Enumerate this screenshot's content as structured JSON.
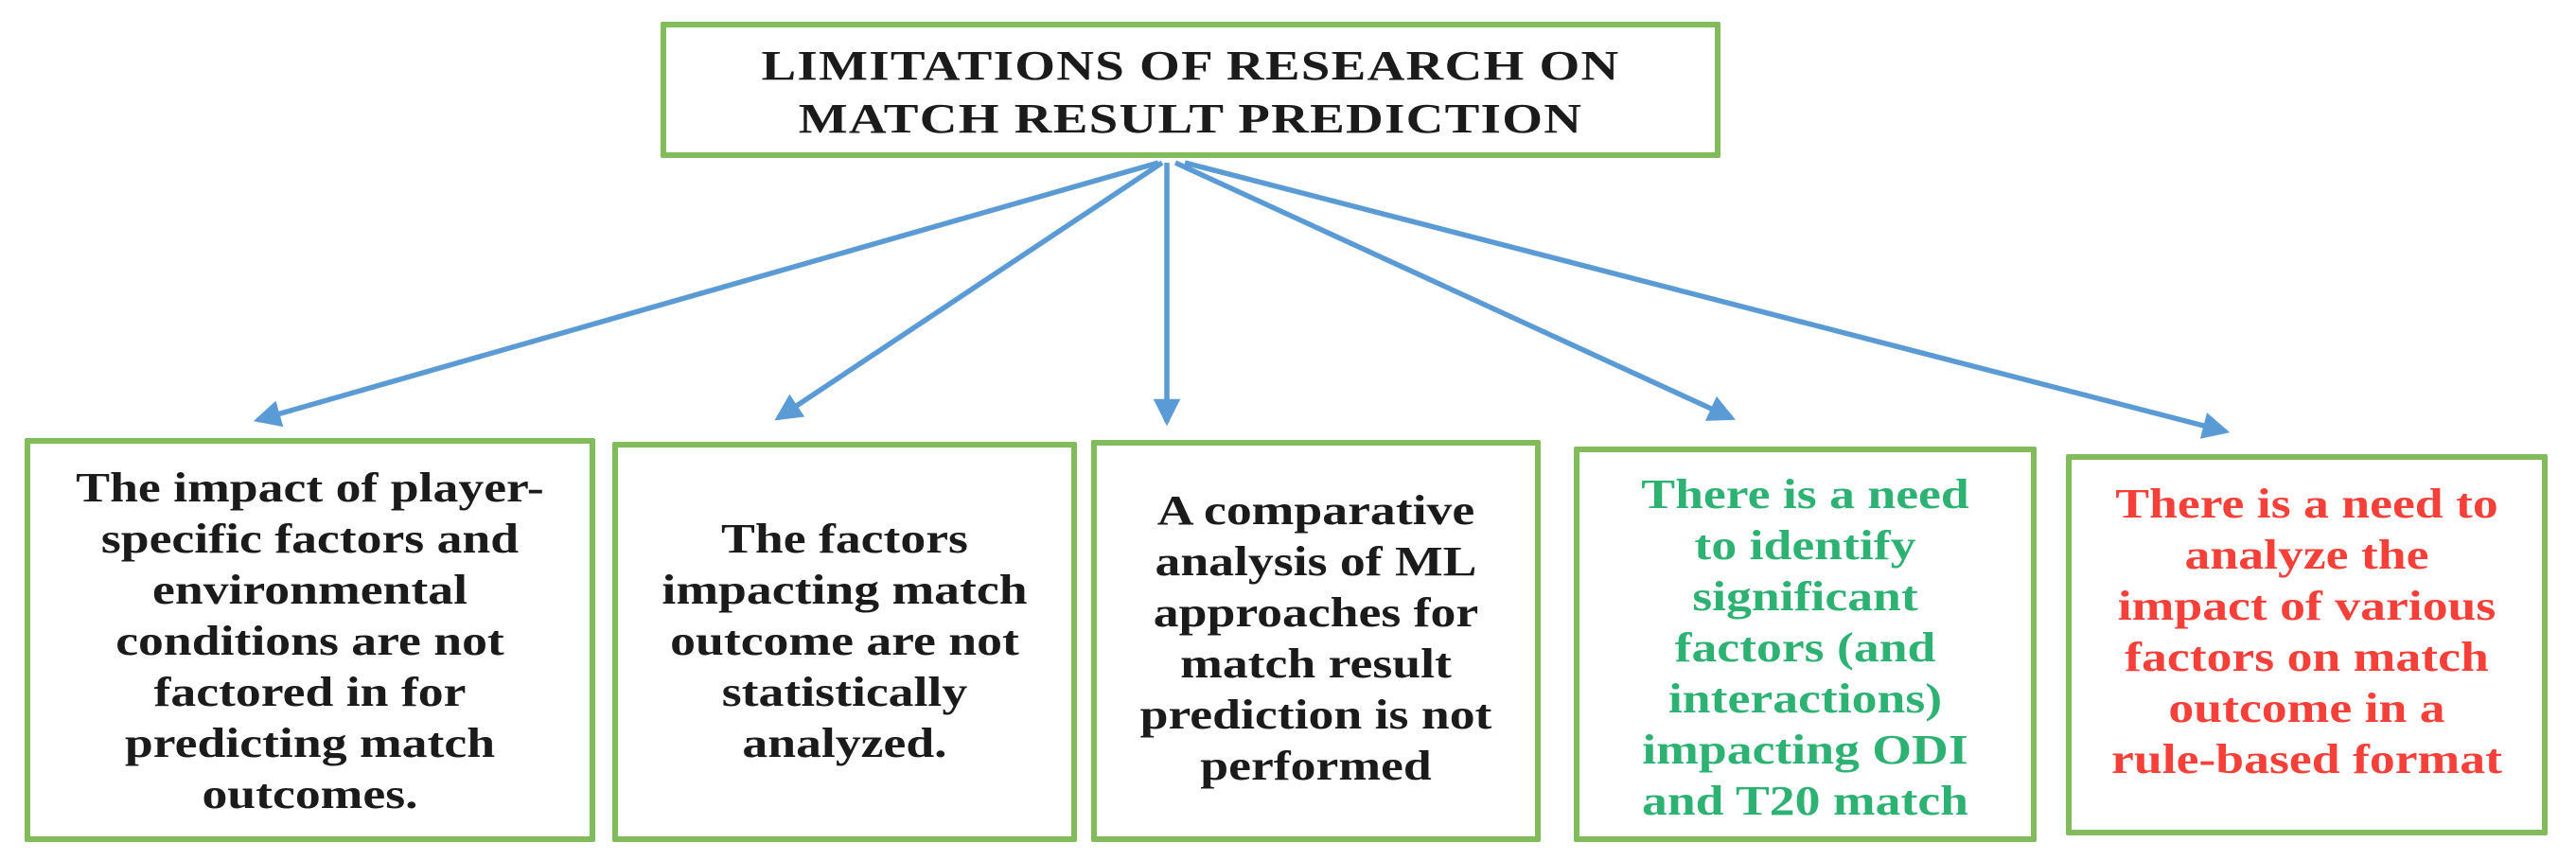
{
  "diagram": {
    "title": "LIMITATIONS OF RESEARCH ON\nMATCH RESULT PREDICTION",
    "boxes": [
      {
        "id": 1,
        "text": "The impact of player-\nspecific factors and\nenvironmental\nconditions are not\nfactored in for\npredicting match\noutcomes.",
        "text_color": "#1b1b1b"
      },
      {
        "id": 2,
        "text": "The factors\nimpacting match\noutcome are not\nstatistically\nanalyzed.",
        "text_color": "#1b1b1b"
      },
      {
        "id": 3,
        "text": "A comparative\nanalysis of ML\napproaches for\nmatch result\nprediction is not\nperformed",
        "text_color": "#1b1b1b"
      },
      {
        "id": 4,
        "text": "There is a need\nto identify\nsignificant\nfactors (and\ninteractions)\nimpacting ODI\nand T20 match",
        "text_color": "#2db273"
      },
      {
        "id": 5,
        "text": "There is a need to\nanalyze the\nimpact of various\nfactors on match\noutcome in a\nrule-based format",
        "text_color": "#f5403a"
      }
    ],
    "colors": {
      "box_border_green": "#82bb5b",
      "arrow_blue": "#5b9bd5",
      "text_black": "#1b1b1b",
      "text_green": "#2db273",
      "text_red": "#f5403a",
      "background": "#ffffff"
    },
    "arrow_count": 5
  }
}
